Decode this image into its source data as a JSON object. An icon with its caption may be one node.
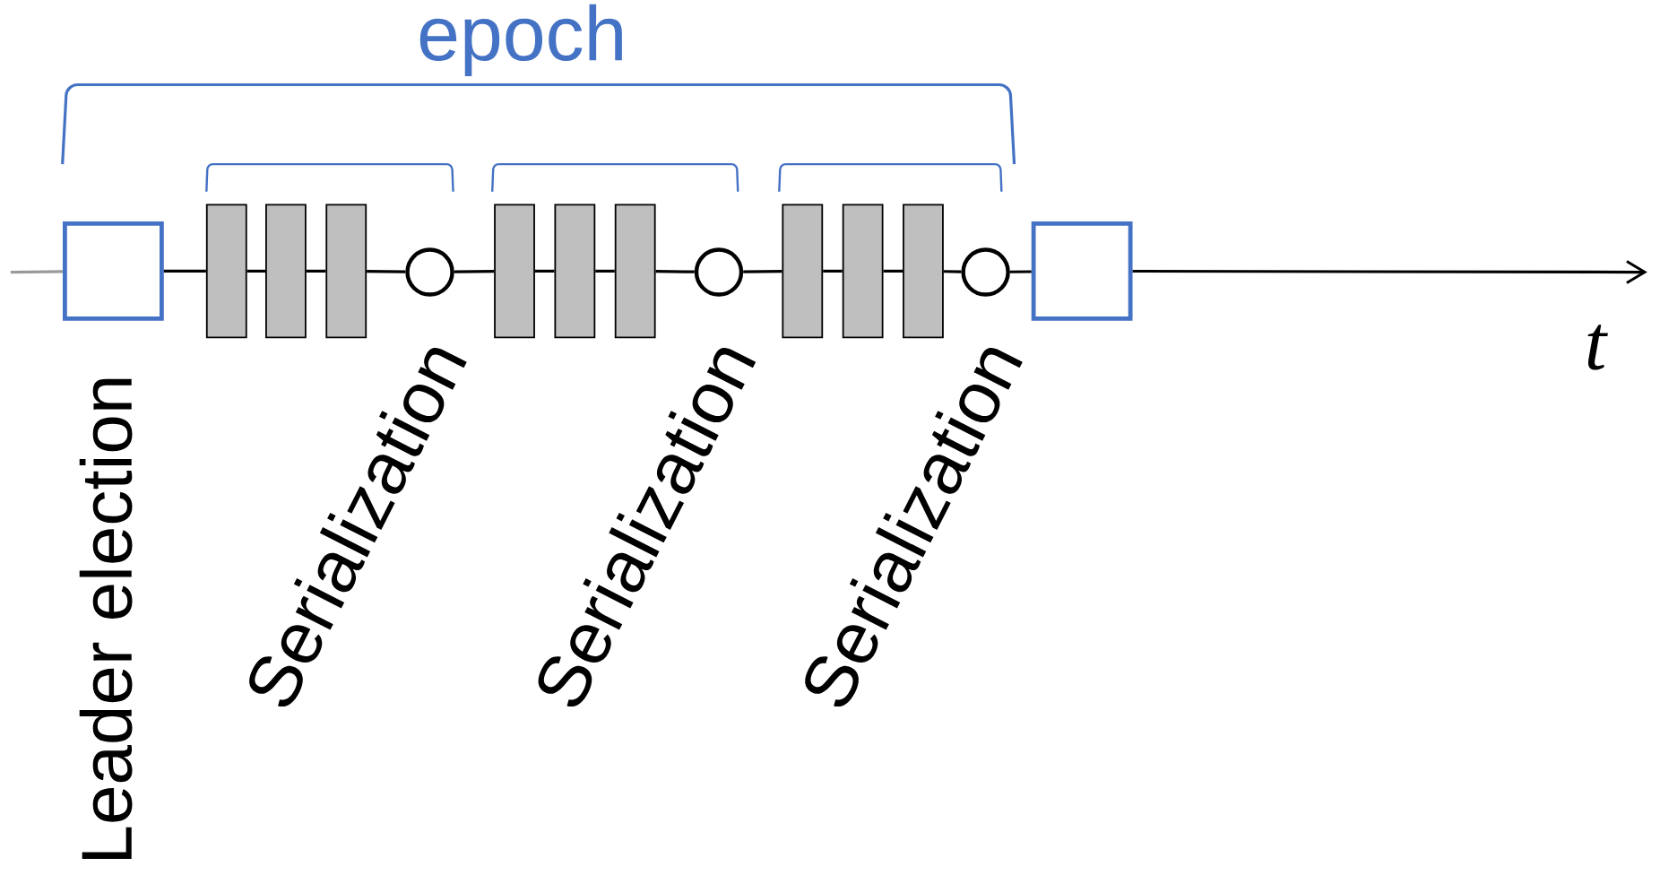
{
  "diagram": {
    "nodes": [
      {
        "text": [],
        "shape": "box",
        "beside": [
          "Leader election"
        ]
      },
      {
        "text": [],
        "shape": "bar"
      },
      {
        "text": [],
        "shape": "bar"
      },
      {
        "text": [],
        "shape": "bar"
      },
      {
        "text": [],
        "shape": "circle",
        "beside": [
          "Serialization"
        ]
      },
      {
        "text": [],
        "shape": "bar"
      },
      {
        "text": [],
        "shape": "bar"
      },
      {
        "text": [],
        "shape": "bar"
      },
      {
        "text": [],
        "shape": "circle",
        "beside": [
          "Serialization"
        ]
      },
      {
        "text": [],
        "shape": "bar"
      },
      {
        "text": [],
        "shape": "bar"
      },
      {
        "text": [],
        "shape": "bar"
      },
      {
        "text": [],
        "shape": "circle",
        "beside": [
          "Serialization"
        ]
      },
      {
        "text": [],
        "shape": "box"
      }
    ],
    "edges": [
      {
        "from": null,
        "to": 0,
        "arrow": "none",
        "color": "#9a9a9a"
      },
      {
        "from": 0,
        "to": 1,
        "arrow": "none"
      },
      {
        "from": 1,
        "to": 2,
        "arrow": "none"
      },
      {
        "from": 2,
        "to": 3,
        "arrow": "none"
      },
      {
        "from": 3,
        "to": 4,
        "arrow": "none"
      },
      {
        "from": 4,
        "to": 5,
        "arrow": "none"
      },
      {
        "from": 5,
        "to": 6,
        "arrow": "none"
      },
      {
        "from": 6,
        "to": 7,
        "arrow": "none"
      },
      {
        "from": 7,
        "to": 8,
        "arrow": "none"
      },
      {
        "from": 8,
        "to": 9,
        "arrow": "none"
      },
      {
        "from": 9,
        "to": 10,
        "arrow": "none"
      },
      {
        "from": 10,
        "to": 11,
        "arrow": "none"
      },
      {
        "from": 11,
        "to": 12,
        "arrow": "none"
      },
      {
        "from": 12,
        "to": 13,
        "arrow": "none"
      },
      {
        "from": 13,
        "to": null,
        "arrow": "to"
      }
    ],
    "labels": [
      "epoch",
      "t"
    ]
  }
}
